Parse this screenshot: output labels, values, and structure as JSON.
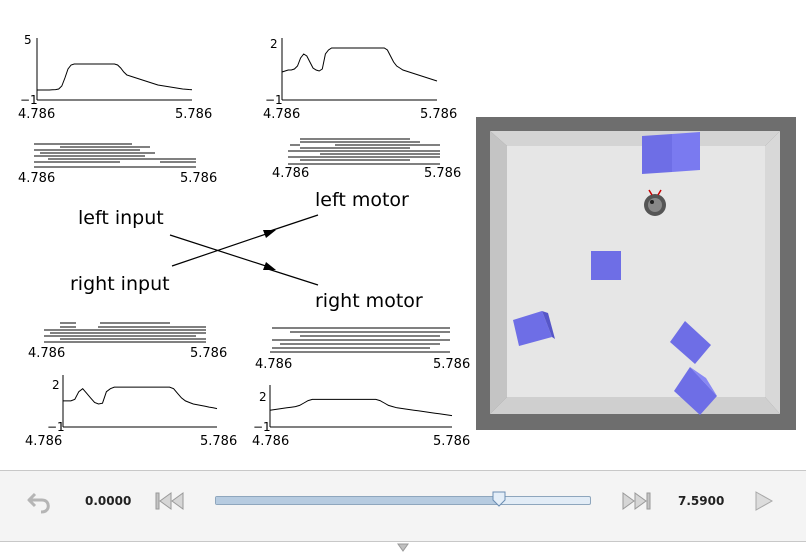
{
  "plots": {
    "top_left": {
      "ymax": "5",
      "ymin": "−1",
      "xmin": "4.786",
      "xmax": "5.786",
      "ylim": [
        -1,
        5
      ],
      "values": [
        0.0,
        0.0,
        0.0,
        0.0,
        0.0,
        0.02,
        0.04,
        0.1,
        0.4,
        1.2,
        2.1,
        2.5,
        2.6,
        2.6,
        2.6,
        2.6,
        2.6,
        2.6,
        2.6,
        2.6,
        2.6,
        2.6,
        2.6,
        2.6,
        2.6,
        2.6,
        2.5,
        2.2,
        1.8,
        1.5,
        1.4,
        1.3,
        1.2,
        1.1,
        1.0,
        0.9,
        0.8,
        0.7,
        0.6,
        0.5,
        0.45,
        0.4,
        0.35,
        0.3,
        0.25,
        0.2,
        0.15,
        0.1,
        0.08,
        0.05,
        0.03
      ]
    },
    "top_right": {
      "ymax": "2",
      "ymin": "−1",
      "xmin": "4.786",
      "xmax": "5.786",
      "ylim": [
        -1,
        2
      ],
      "values": [
        0.4,
        0.45,
        0.5,
        0.5,
        0.55,
        0.7,
        1.1,
        1.3,
        1.2,
        0.9,
        0.6,
        0.5,
        0.45,
        0.55,
        1.3,
        1.5,
        1.6,
        1.6,
        1.6,
        1.6,
        1.6,
        1.6,
        1.6,
        1.6,
        1.6,
        1.6,
        1.6,
        1.6,
        1.6,
        1.6,
        1.6,
        1.6,
        1.6,
        1.6,
        1.5,
        1.2,
        0.9,
        0.7,
        0.6,
        0.5,
        0.45,
        0.4,
        0.35,
        0.3,
        0.25,
        0.2,
        0.15,
        0.1,
        0.05,
        0.0,
        -0.05
      ]
    },
    "bottom_left": {
      "ymax": "2",
      "ymin": "−1",
      "xmin": "4.786",
      "xmax": "5.786",
      "ylim": [
        -1,
        2
      ],
      "values": [
        0.7,
        0.7,
        0.7,
        0.8,
        1.3,
        1.5,
        1.2,
        0.9,
        0.6,
        0.5,
        0.55,
        1.3,
        1.5,
        1.6,
        1.6,
        1.6,
        1.6,
        1.6,
        1.6,
        1.6,
        1.6,
        1.6,
        1.6,
        1.6,
        1.6,
        1.6,
        1.6,
        1.6,
        1.5,
        1.2,
        0.9,
        0.7,
        0.6,
        0.5,
        0.45,
        0.4,
        0.35,
        0.3,
        0.25,
        0.2
      ]
    },
    "bottom_right": {
      "ymax": "2",
      "ymin": "−1",
      "xmin": "4.786",
      "xmax": "5.786",
      "ylim": [
        -1,
        2
      ],
      "values": [
        0.4,
        0.45,
        0.5,
        0.55,
        0.6,
        0.65,
        0.7,
        0.8,
        1.0,
        1.2,
        1.3,
        1.3,
        1.3,
        1.3,
        1.3,
        1.3,
        1.3,
        1.3,
        1.3,
        1.3,
        1.3,
        1.3,
        1.3,
        1.3,
        1.3,
        1.3,
        1.2,
        1.0,
        0.8,
        0.7,
        0.6,
        0.55,
        0.5,
        0.45,
        0.4,
        0.35,
        0.3,
        0.25,
        0.2,
        0.15,
        0.1,
        0.05,
        0.0,
        -0.05
      ]
    }
  },
  "rasters": {
    "top_left": {
      "xmin": "4.786",
      "xmax": "5.786"
    },
    "top_right": {
      "xmin": "4.786",
      "xmax": "5.786"
    },
    "bottom_left": {
      "xmin": "4.786",
      "xmax": "5.786"
    },
    "bottom_right": {
      "xmin": "4.786",
      "xmax": "5.786"
    }
  },
  "diagram": {
    "left_input": "left input",
    "right_input": "right input",
    "left_motor": "left motor",
    "right_motor": "right motor"
  },
  "arena": {
    "wall_color": "#6e6e6e",
    "floor_color": "#e6e6e6",
    "block_color": "#6e6ee6"
  },
  "playback": {
    "start_time": "0.0000",
    "end_time": "7.5900",
    "progress": 0.76
  },
  "icons": {
    "undo": "undo-icon",
    "rewind": "skip-back-icon",
    "forward": "skip-forward-icon",
    "play": "play-icon",
    "collapse": "collapse-arrow-icon"
  }
}
